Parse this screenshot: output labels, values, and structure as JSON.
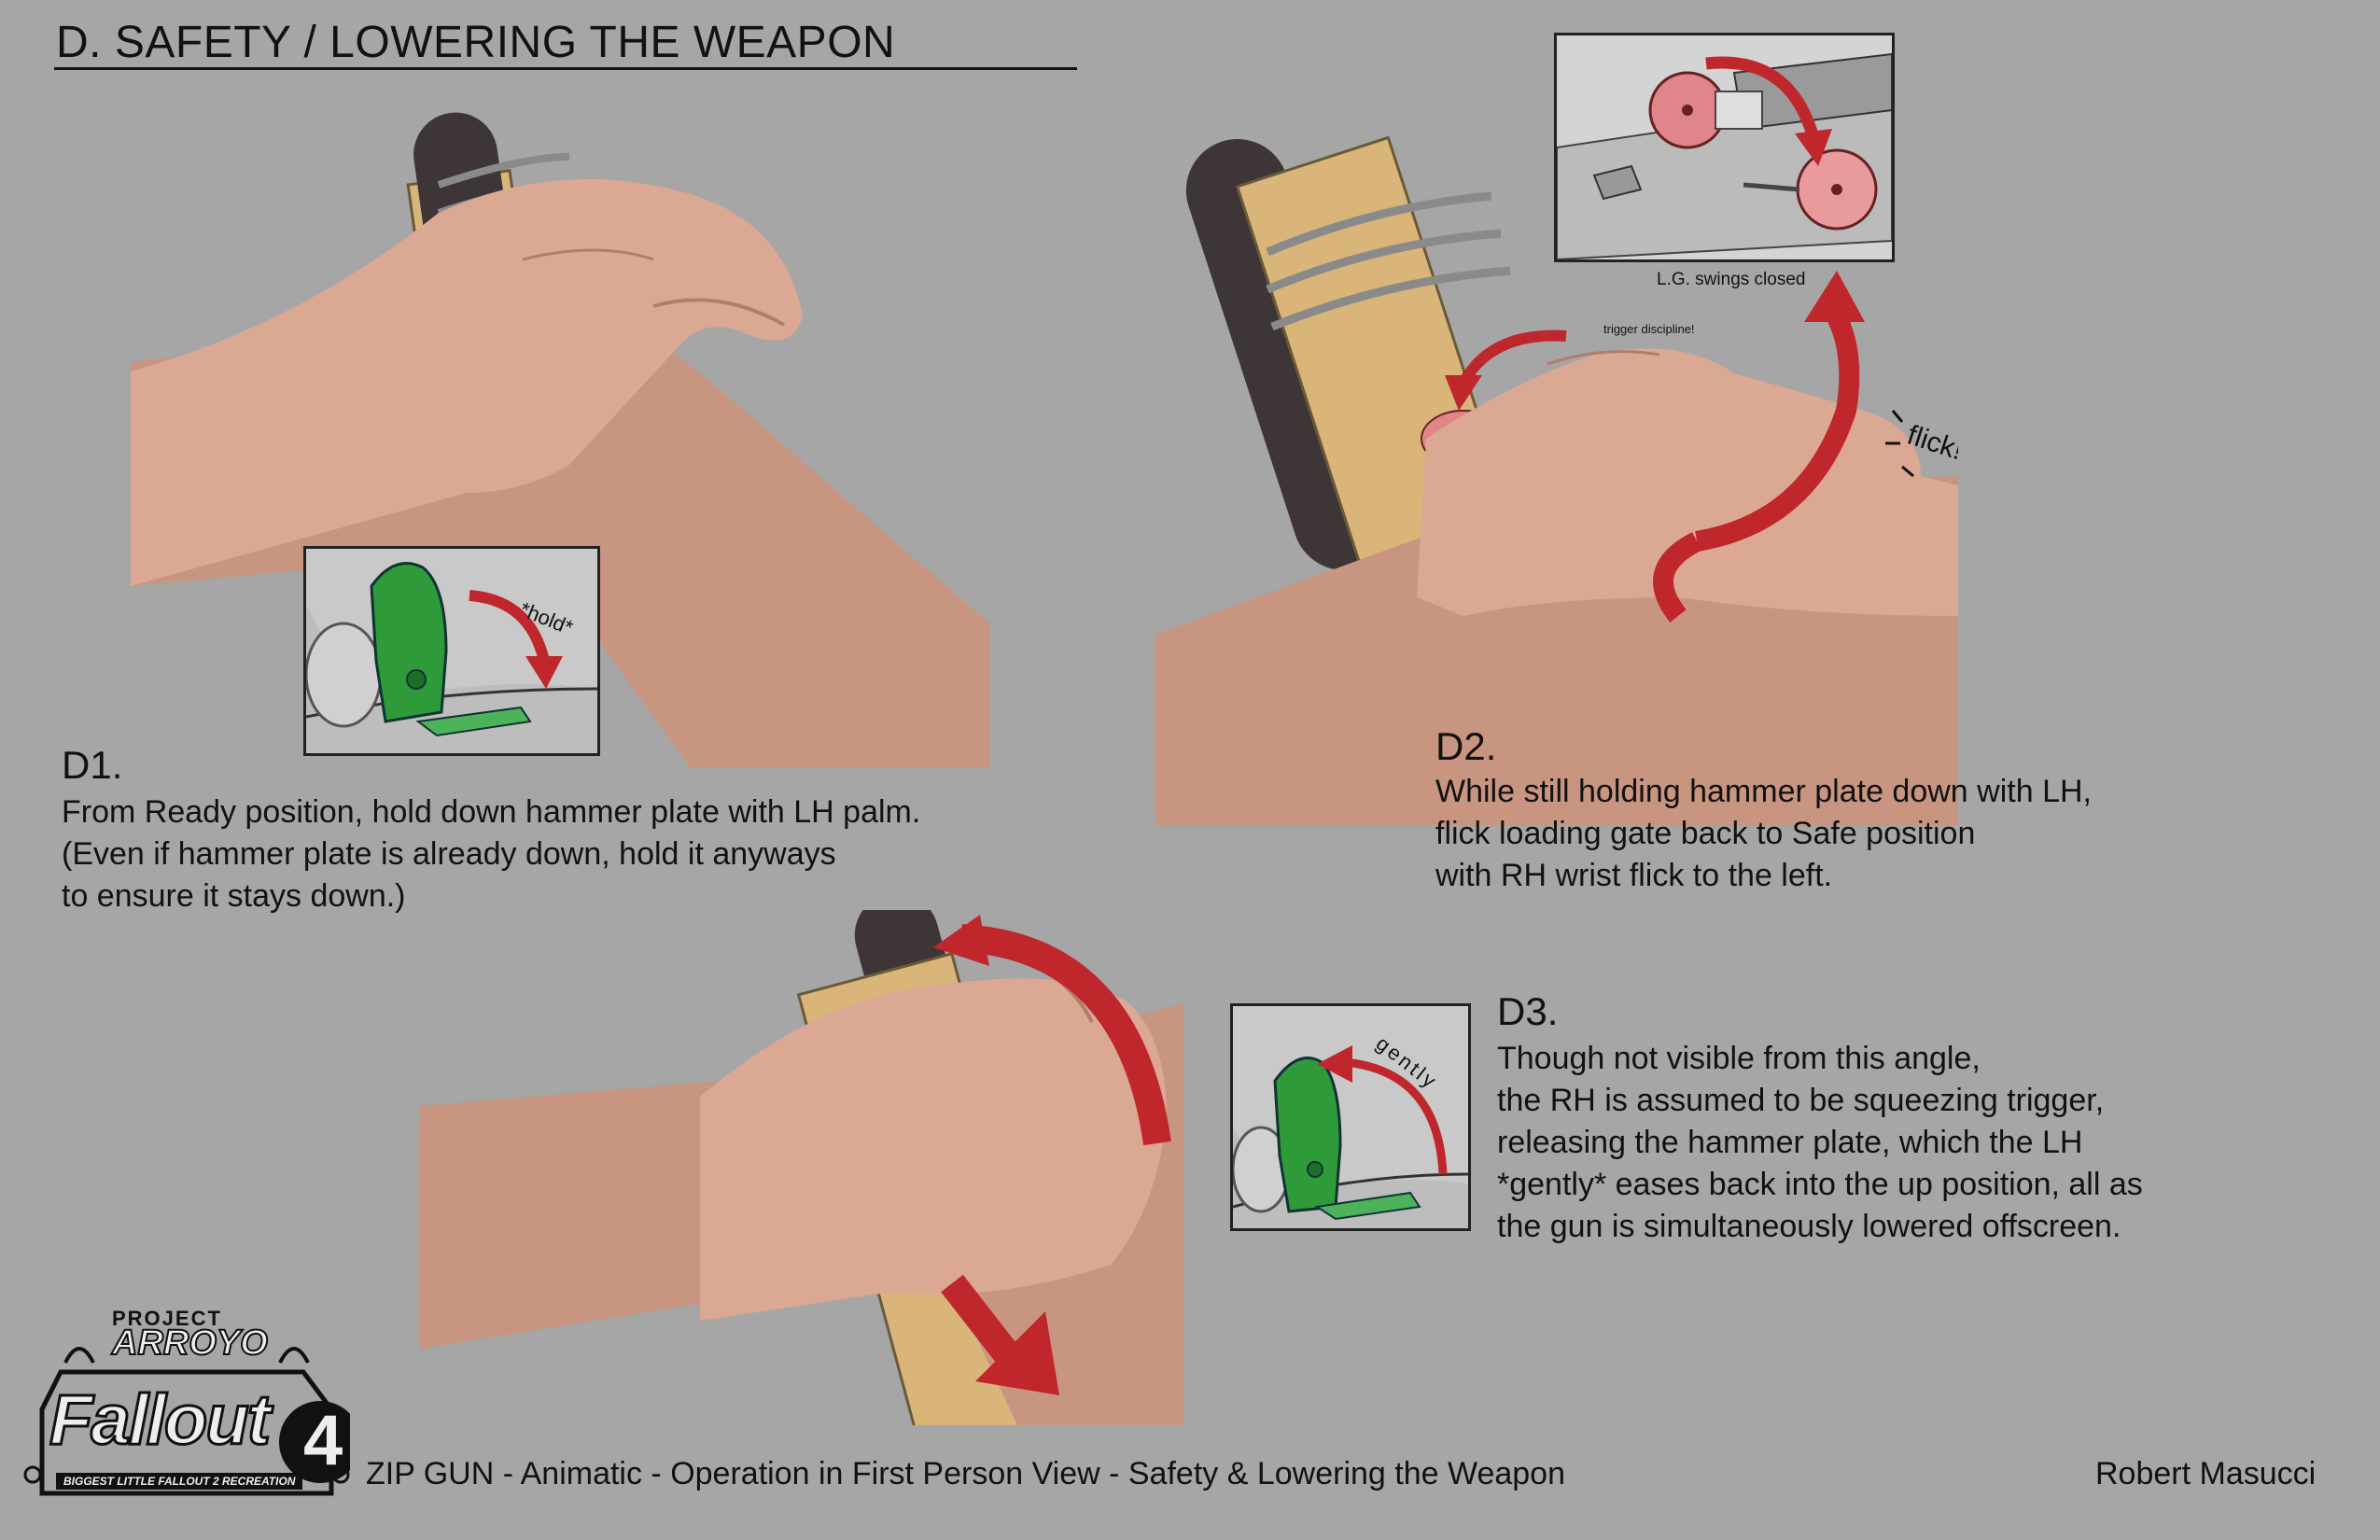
{
  "page": {
    "title": "D. SAFETY / LOWERING THE WEAPON",
    "footer_caption": "ZIP GUN - Animatic - Operation in First Person View - Safety & Lowering the Weapon",
    "author": "Robert Masucci"
  },
  "logo": {
    "line1": "PROJECT",
    "line2": "ARROYO",
    "game": "Fallout",
    "number": "4",
    "tagline": "BIGGEST LITTLE FALLOUT 2 RECREATION"
  },
  "steps": [
    {
      "id": "D1",
      "heading": "D1.",
      "body": "From Ready position, hold down hammer plate with LH palm.\n(Even if hammer plate is already down, hold it anyways\nto ensure it stays down.)",
      "inset_label": "*hold*"
    },
    {
      "id": "D2",
      "heading": "D2.",
      "body": "While still holding hammer plate down with LH,\nflick loading gate back to Safe position\nwith RH wrist flick to the left.",
      "inset_caption": "L.G. swings closed",
      "note": "trigger discipline!",
      "sound_fx": "flick!"
    },
    {
      "id": "D3",
      "heading": "D3.",
      "body": "Though not visible from this angle,\nthe RH is assumed to be squeezing trigger,\nreleasing the hammer plate, which the LH\n*gently* eases back into the up position, all as\nthe gun is simultaneously lowered offscreen.",
      "inset_label": "gently"
    }
  ],
  "colors": {
    "background": "#a6a6a6",
    "arrow_red": "#c0272d",
    "plate_green": "#2f9a3a",
    "skin": "#d8a58c",
    "wood": "#d9b57a",
    "barrel": "#3e3636",
    "gate_pink": "#e0868a"
  }
}
